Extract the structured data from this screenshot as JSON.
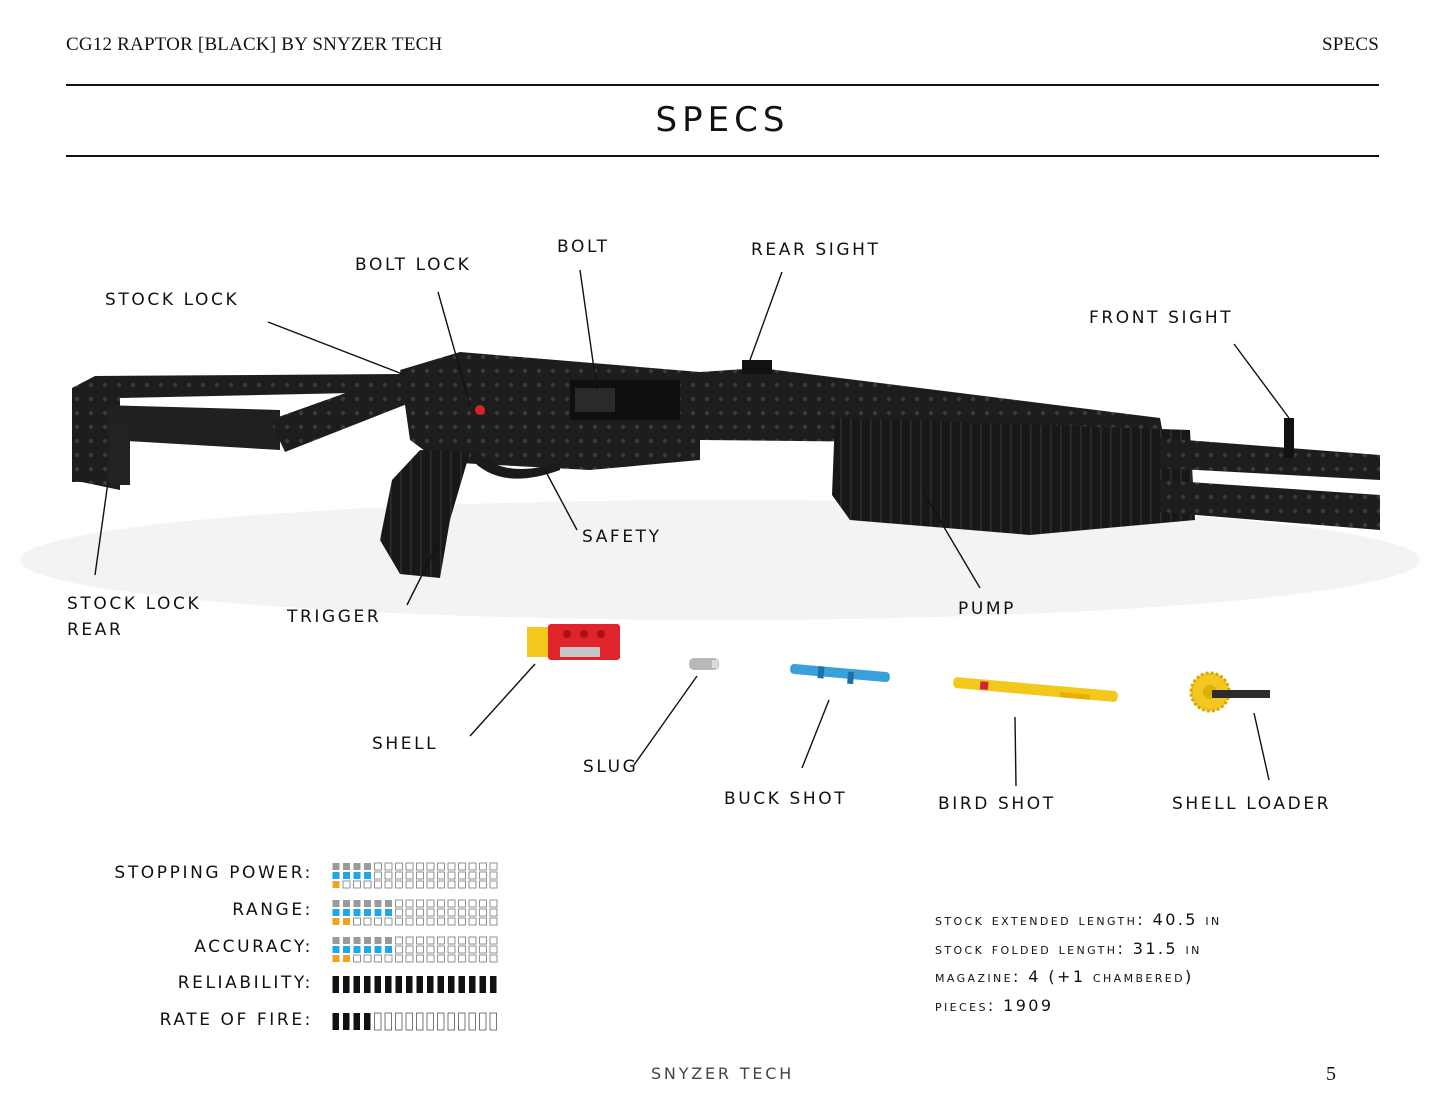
{
  "header": {
    "doc_title": "CG12 RAPTOR [BLACK] BY SNYZER TECH",
    "section": "SPECS"
  },
  "title": "SPECS",
  "callouts": {
    "stock_lock": "STOCK LOCK",
    "bolt_lock": "BOLT LOCK",
    "bolt": "BOLT",
    "rear_sight": "REAR SIGHT",
    "front_sight": "FRONT SIGHT",
    "safety": "SAFETY",
    "pump": "PUMP",
    "stock_lock_rear": "STOCK LOCK\nREAR",
    "trigger": "TRIGGER",
    "shell": "SHELL",
    "slug": "SLUG",
    "buck_shot": "BUCK SHOT",
    "bird_shot": "BIRD SHOT",
    "shell_loader": "SHELL LOADER"
  },
  "colors": {
    "gun_body": "#1c1c1c",
    "meter_gray": "#9a9a9a",
    "meter_blue": "#1ea7e8",
    "meter_orange": "#f5a21b",
    "meter_black": "#111111",
    "shell_red": "#e0242b",
    "shell_yellow": "#f2c81d",
    "buck_blue": "#3aa0dc",
    "loader_yellow": "#f3c623"
  },
  "stats": [
    {
      "label": "STOPPING POWER:",
      "style": "dual",
      "top_filled": 4,
      "bottom_filled": 1,
      "highlight": 4,
      "total": 16
    },
    {
      "label": "RANGE:",
      "style": "dual",
      "top_filled": 6,
      "bottom_filled": 2,
      "highlight": 6,
      "total": 16
    },
    {
      "label": "ACCURACY:",
      "style": "dual",
      "top_filled": 6,
      "bottom_filled": 2,
      "highlight": 6,
      "total": 16
    },
    {
      "label": "RELIABILITY:",
      "style": "solid",
      "filled": 16,
      "total": 16
    },
    {
      "label": "RATE OF FIRE:",
      "style": "solid",
      "filled": 4,
      "total": 16
    }
  ],
  "specs": [
    "stock extended length: 40.5 in",
    "stock folded length: 31.5 in",
    "magazine: 4 (+1 chambered)",
    "pieces: 1909"
  ],
  "footer": {
    "brand": "SNYZER TECH",
    "page_number": "5"
  }
}
